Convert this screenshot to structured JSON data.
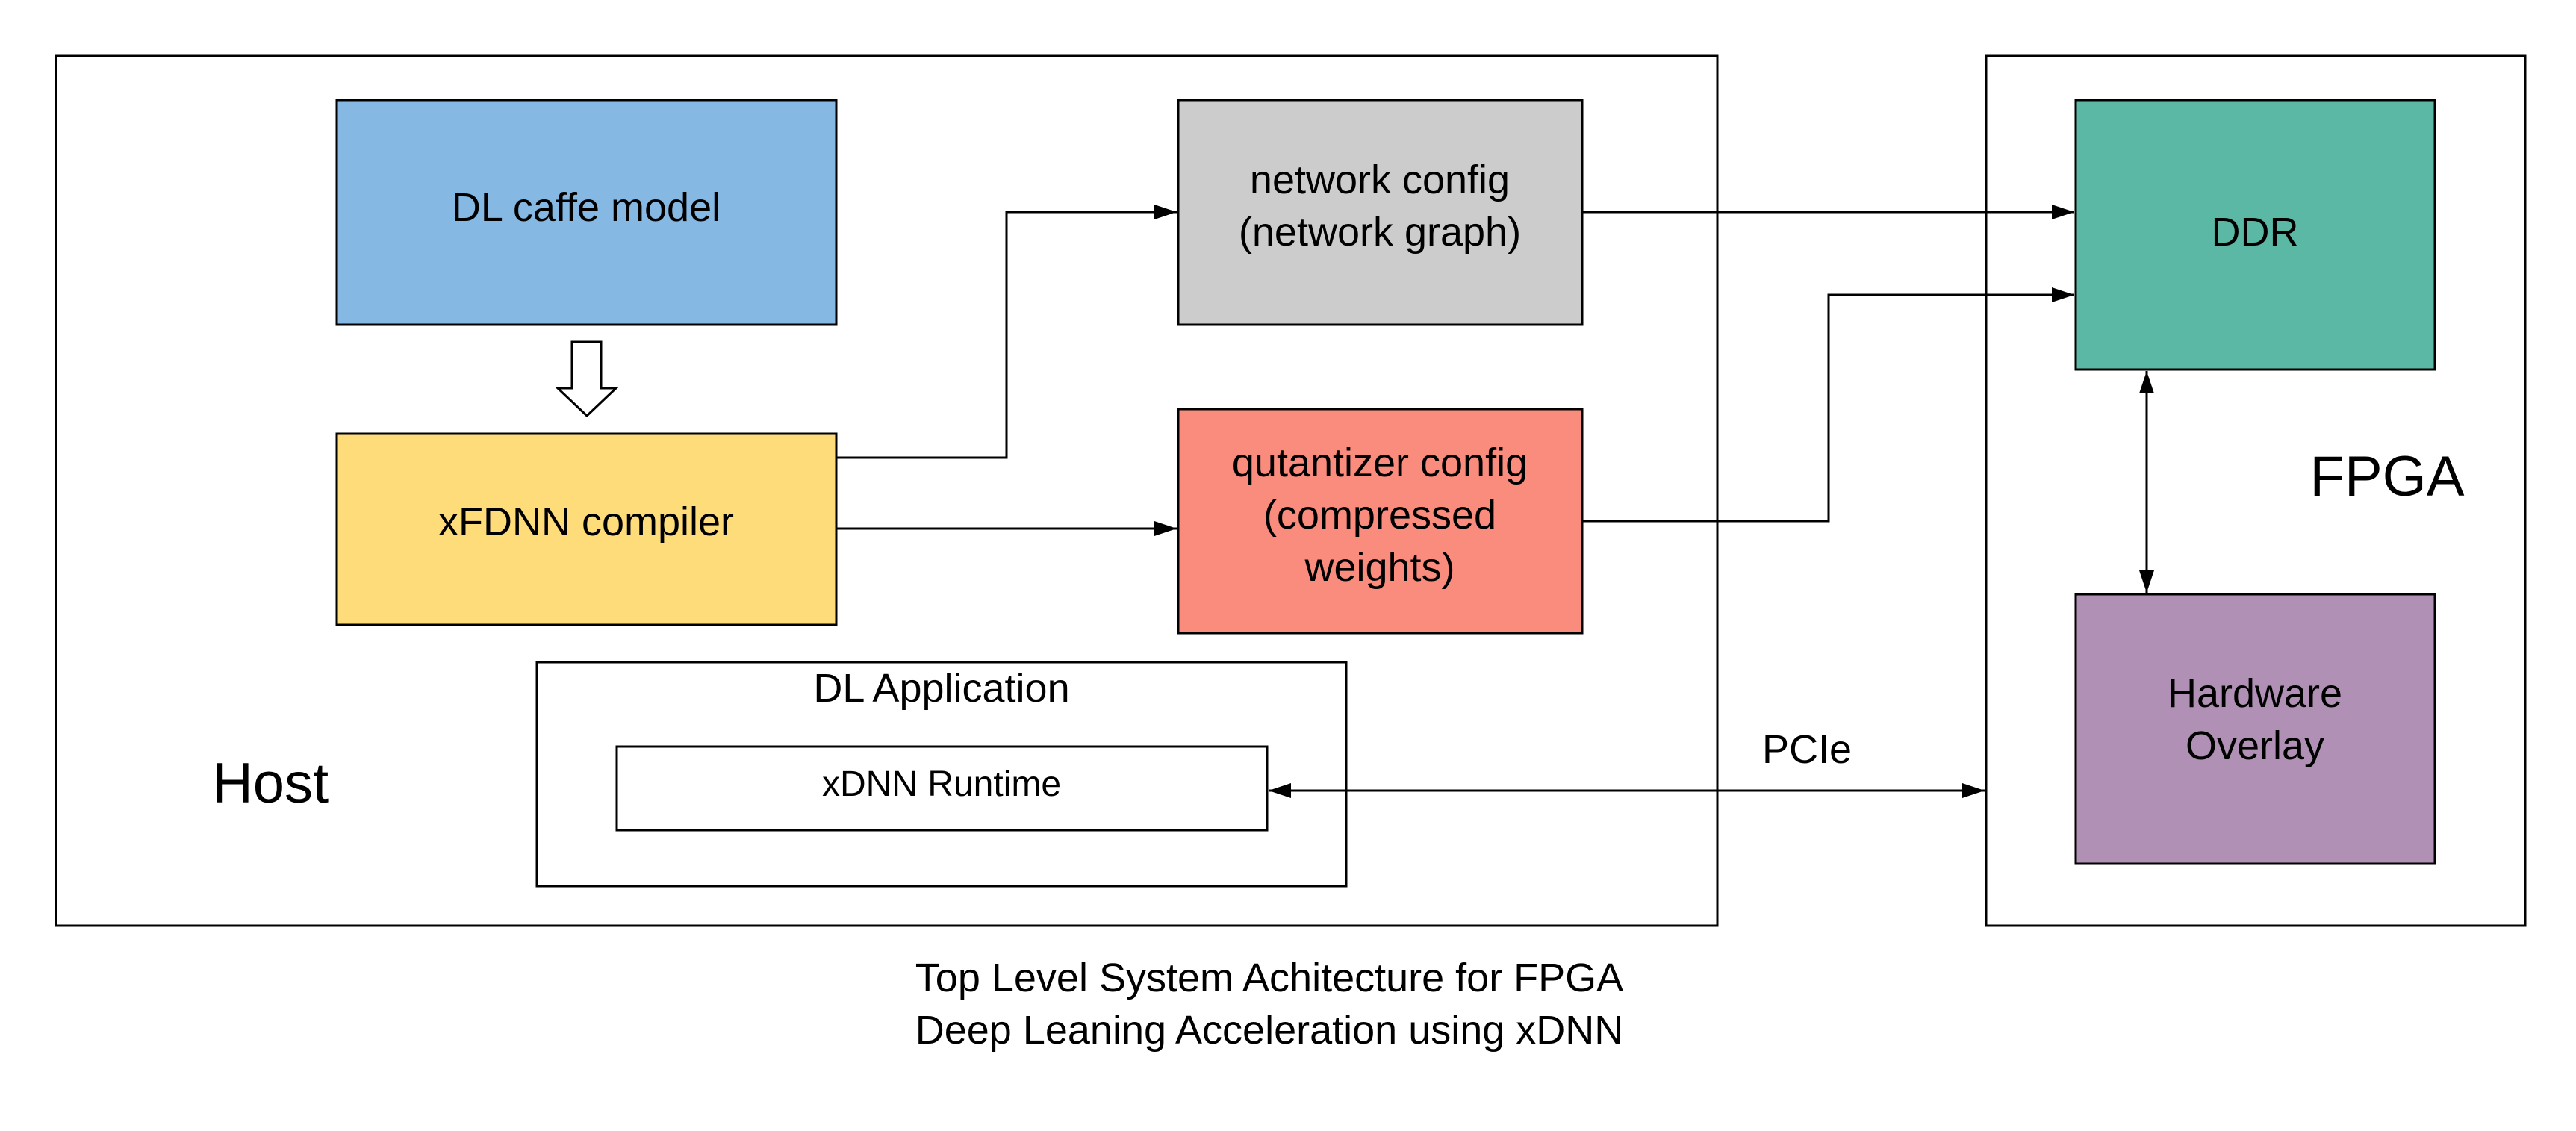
{
  "containers": {
    "host": {
      "label": "Host"
    },
    "fpga": {
      "label": "FPGA"
    },
    "dl_application": {
      "label": "DL Application"
    }
  },
  "boxes": {
    "dl_caffe_model": {
      "label": "DL caffe model",
      "color": "#85B8E3"
    },
    "xfdnn_compiler": {
      "label": "xFDNN compiler",
      "color": "#FEDC7A"
    },
    "network_config": {
      "line1": "network config",
      "line2": "(network graph)",
      "color": "#CCCCCC"
    },
    "quantizer_config": {
      "line1": "qutantizer config",
      "line2": "(compressed",
      "line3": "weights)",
      "color": "#FA8C7D"
    },
    "xdnn_runtime": {
      "label": "xDNN Runtime",
      "color": "#FFFFFF"
    },
    "ddr": {
      "label": "DDR",
      "color": "#5BB8A5"
    },
    "hardware_overlay": {
      "line1": "Hardware",
      "line2": "Overlay",
      "color": "#B090B4"
    }
  },
  "connections": {
    "pcie_label": "PCIe"
  },
  "caption": {
    "line1": "Top Level System Achitecture for FPGA",
    "line2": "Deep Leaning Acceleration using xDNN"
  }
}
